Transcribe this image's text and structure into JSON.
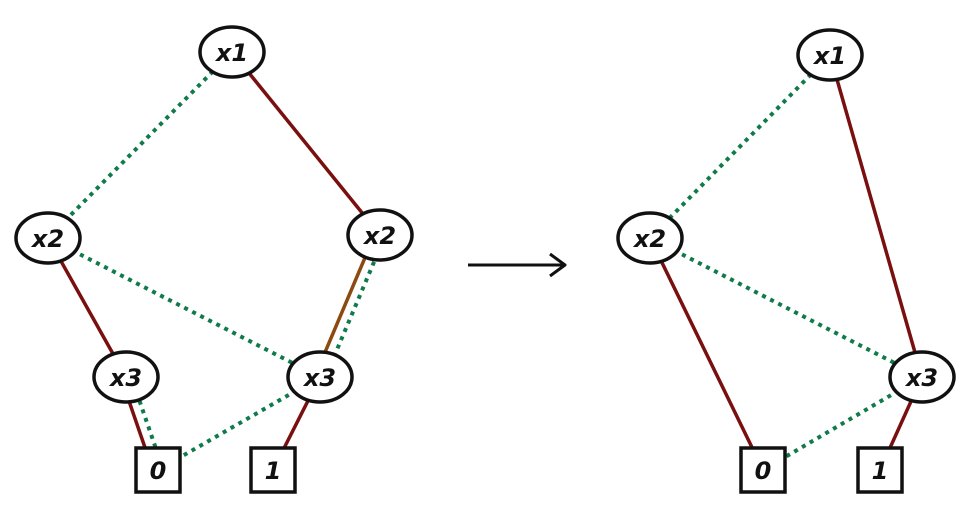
{
  "colors": {
    "high": "#7a0f0f",
    "high_alt": "#8a4a10",
    "low": "#0f7a4a",
    "ink": "#111111"
  },
  "diagrams": [
    {
      "name": "original-bdd",
      "nodes": [
        {
          "id": "a1",
          "label": "x1",
          "kind": "var"
        },
        {
          "id": "a2",
          "label": "x2",
          "kind": "var"
        },
        {
          "id": "a3",
          "label": "x2",
          "kind": "var"
        },
        {
          "id": "a4",
          "label": "x3",
          "kind": "var"
        },
        {
          "id": "a5",
          "label": "x3",
          "kind": "var"
        },
        {
          "id": "a6",
          "label": "0",
          "kind": "terminal"
        },
        {
          "id": "a7",
          "label": "1",
          "kind": "terminal"
        }
      ],
      "edges": [
        {
          "from": "a1",
          "to": "a2",
          "type": "low"
        },
        {
          "from": "a1",
          "to": "a3",
          "type": "high"
        },
        {
          "from": "a2",
          "to": "a4",
          "type": "high"
        },
        {
          "from": "a2",
          "to": "a5",
          "type": "low"
        },
        {
          "from": "a3",
          "to": "a5",
          "type": "low",
          "offset": -1
        },
        {
          "from": "a3",
          "to": "a5",
          "type": "high_alt",
          "offset": 1
        },
        {
          "from": "a4",
          "to": "a6",
          "type": "low",
          "offset": -1
        },
        {
          "from": "a4",
          "to": "a6",
          "type": "high",
          "offset": 1
        },
        {
          "from": "a5",
          "to": "a6",
          "type": "low"
        },
        {
          "from": "a5",
          "to": "a7",
          "type": "high"
        }
      ]
    },
    {
      "name": "reduced-bdd",
      "nodes": [
        {
          "id": "b1",
          "label": "x1",
          "kind": "var"
        },
        {
          "id": "b2",
          "label": "x2",
          "kind": "var"
        },
        {
          "id": "b3",
          "label": "x3",
          "kind": "var"
        },
        {
          "id": "b4",
          "label": "0",
          "kind": "terminal"
        },
        {
          "id": "b5",
          "label": "1",
          "kind": "terminal"
        }
      ],
      "edges": [
        {
          "from": "b1",
          "to": "b2",
          "type": "low"
        },
        {
          "from": "b1",
          "to": "b3",
          "type": "high"
        },
        {
          "from": "b2",
          "to": "b4",
          "type": "high"
        },
        {
          "from": "b2",
          "to": "b3",
          "type": "low"
        },
        {
          "from": "b3",
          "to": "b4",
          "type": "low"
        },
        {
          "from": "b3",
          "to": "b5",
          "type": "high"
        }
      ]
    }
  ],
  "arrow": {
    "meaning": "reduces-to"
  }
}
